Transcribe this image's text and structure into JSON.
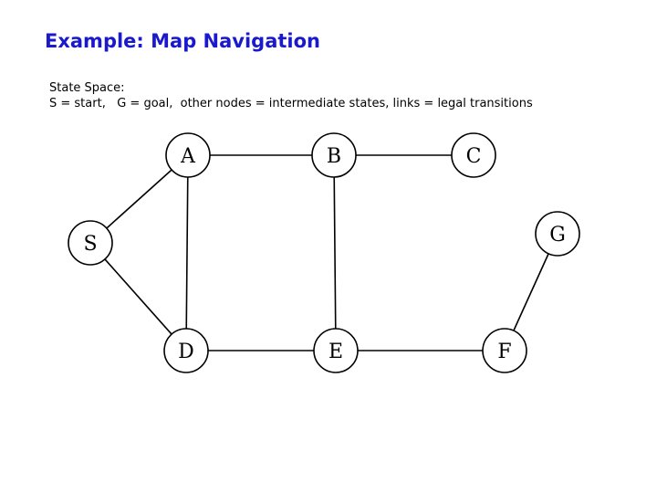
{
  "slide": {
    "title": "Example: Map Navigation"
  },
  "description": {
    "line1": "State Space:",
    "line2": "S = start,   G = goal,  other nodes = intermediate states, links = legal transitions"
  },
  "graph": {
    "nodes": [
      {
        "id": "A",
        "label": "A"
      },
      {
        "id": "B",
        "label": "B"
      },
      {
        "id": "C",
        "label": "C"
      },
      {
        "id": "S",
        "label": "S"
      },
      {
        "id": "G",
        "label": "G"
      },
      {
        "id": "D",
        "label": "D"
      },
      {
        "id": "E",
        "label": "E"
      },
      {
        "id": "F",
        "label": "F"
      }
    ],
    "edges": [
      {
        "from": "S",
        "to": "A"
      },
      {
        "from": "S",
        "to": "D"
      },
      {
        "from": "A",
        "to": "B"
      },
      {
        "from": "A",
        "to": "D"
      },
      {
        "from": "B",
        "to": "C"
      },
      {
        "from": "B",
        "to": "E"
      },
      {
        "from": "D",
        "to": "E"
      },
      {
        "from": "E",
        "to": "F"
      },
      {
        "from": "F",
        "to": "G"
      }
    ]
  }
}
